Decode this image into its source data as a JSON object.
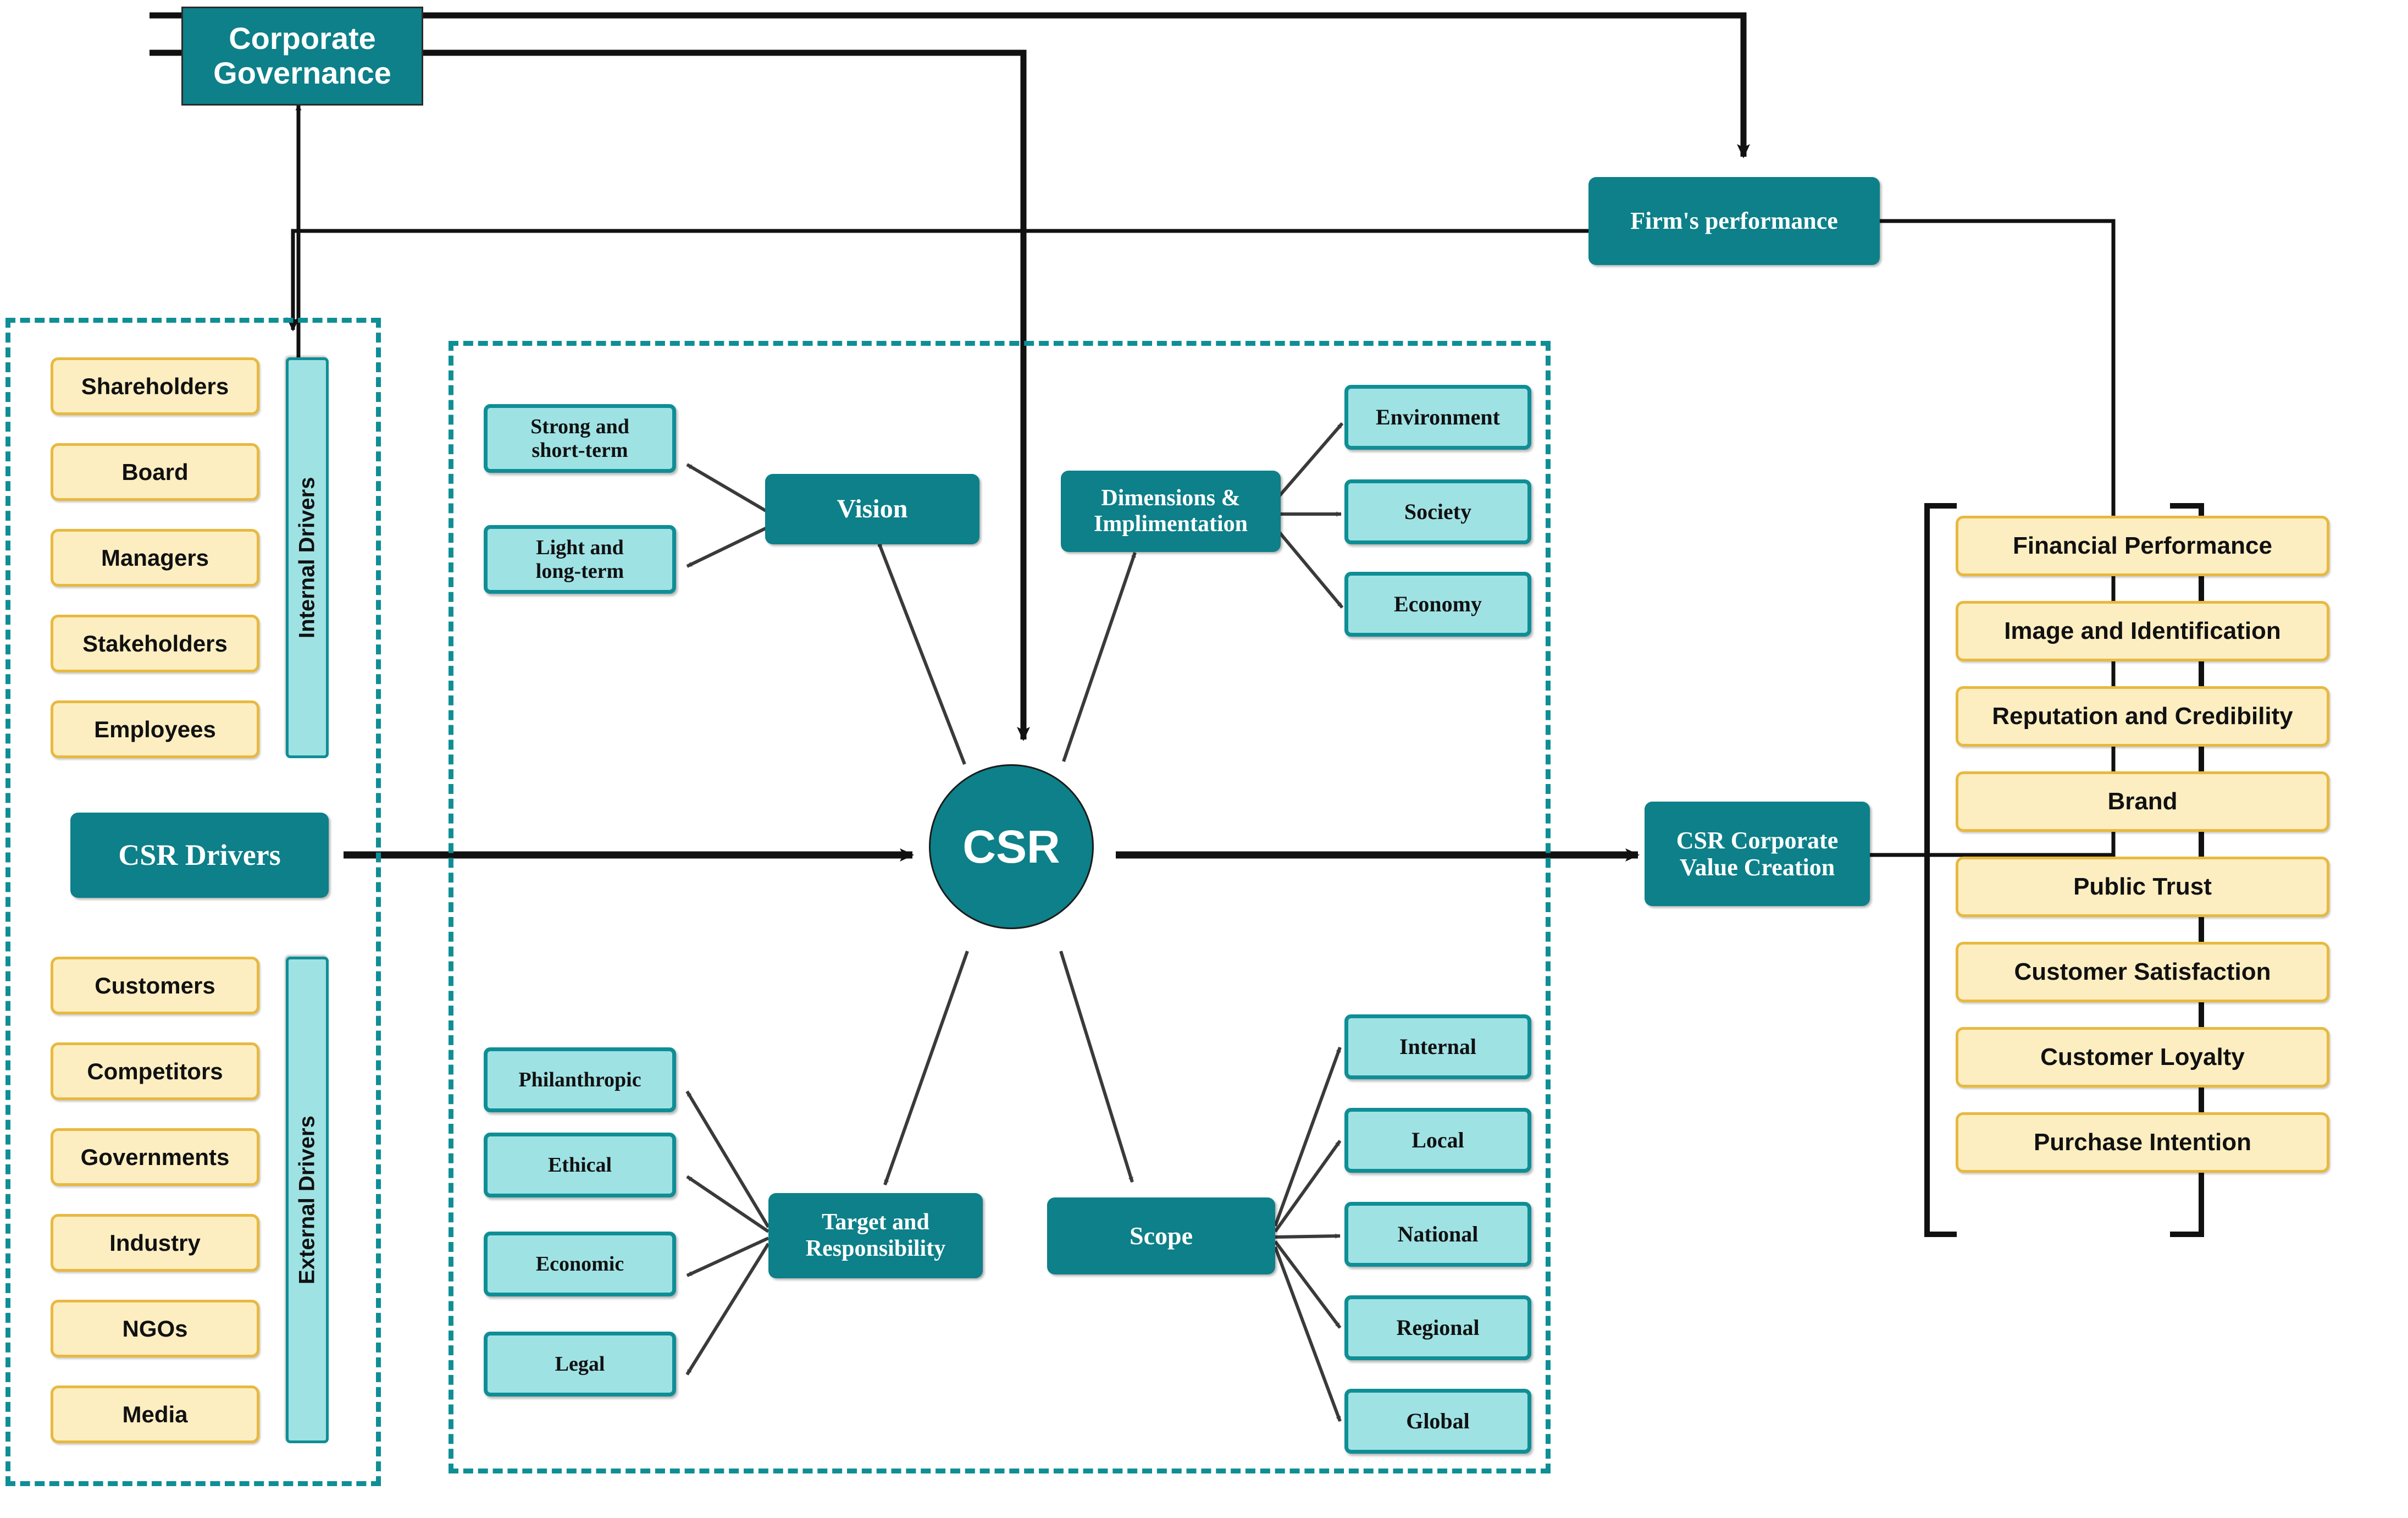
{
  "top": {
    "corporate_governance": "Corporate\nGovernance",
    "firms_performance": "Firm's performance"
  },
  "left_panel": {
    "internal_drivers_label": "Internal Drivers",
    "external_drivers_label": "External Drivers",
    "csr_drivers_title": "CSR Drivers",
    "internal_items": [
      "Shareholders",
      "Board",
      "Managers",
      "Stakeholders",
      "Employees"
    ],
    "external_items": [
      "Customers",
      "Competitors",
      "Governments",
      "Industry",
      "NGOs",
      "Media"
    ]
  },
  "center": {
    "csr_label": "CSR",
    "vision": {
      "title": "Vision",
      "items": [
        "Strong and\nshort-term",
        "Light and\nlong-term"
      ]
    },
    "dimensions": {
      "title": "Dimensions &\nImplimentation",
      "items": [
        "Environment",
        "Society",
        "Economy"
      ]
    },
    "target": {
      "title": "Target and\nResponsibility",
      "items": [
        "Philanthropic",
        "Ethical",
        "Economic",
        "Legal"
      ]
    },
    "scope": {
      "title": "Scope",
      "items": [
        "Internal",
        "Local",
        "National",
        "Regional",
        "Global"
      ]
    }
  },
  "right": {
    "value_creation": "CSR Corporate\nValue Creation",
    "outcomes": [
      "Financial Performance",
      "Image and Identification",
      "Reputation and Credibility",
      "Brand",
      "Public Trust",
      "Customer Satisfaction",
      "Customer Loyalty",
      "Purchase Intention"
    ]
  },
  "colors": {
    "teal_dark": "#0d8089",
    "teal_border": "#0f8e95",
    "cyan_fill": "#9fe2e4",
    "cream_fill": "#fdeec1",
    "cream_border": "#e8b940",
    "line": "#1f1f1f"
  }
}
